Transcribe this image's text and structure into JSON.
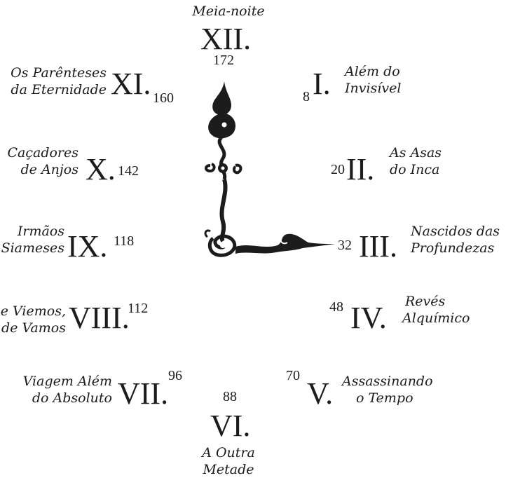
{
  "hours": [
    {
      "roman": "XII.",
      "page": "172",
      "title": [
        "Meia-noite"
      ]
    },
    {
      "roman": "I.",
      "page": "8",
      "title": [
        "Além do",
        "Invisível"
      ]
    },
    {
      "roman": "II.",
      "page": "20",
      "title": [
        "As Asas",
        "do Inca"
      ]
    },
    {
      "roman": "III.",
      "page": "32",
      "title": [
        "Nascidos das",
        "Profundezas"
      ]
    },
    {
      "roman": "IV.",
      "page": "48",
      "title": [
        "Revés",
        "Alquímico"
      ]
    },
    {
      "roman": "V.",
      "page": "70",
      "title": [
        "Assassinando",
        "o Tempo"
      ]
    },
    {
      "roman": "VI.",
      "page": "88",
      "title": [
        "A Outra",
        "Metade"
      ]
    },
    {
      "roman": "VII.",
      "page": "96",
      "title": [
        "Viagem Além",
        "do Absoluto"
      ]
    },
    {
      "roman": "VIII.",
      "page": "112",
      "title": [
        "e Viemos,",
        "de Vamos"
      ]
    },
    {
      "roman": "IX.",
      "page": "118",
      "title": [
        "Irmãos",
        "Siameses"
      ]
    },
    {
      "roman": "X.",
      "page": "142",
      "title": [
        "Caçadores",
        "de Anjos"
      ]
    },
    {
      "roman": "XI.",
      "page": "160",
      "title": [
        "Os Parênteses",
        "da Eternidade"
      ]
    }
  ],
  "colors": {
    "ink": "#1c1c1c",
    "paper": "#ffffff"
  },
  "icons": {
    "hands": "ornamental-clock-hands-icon"
  }
}
